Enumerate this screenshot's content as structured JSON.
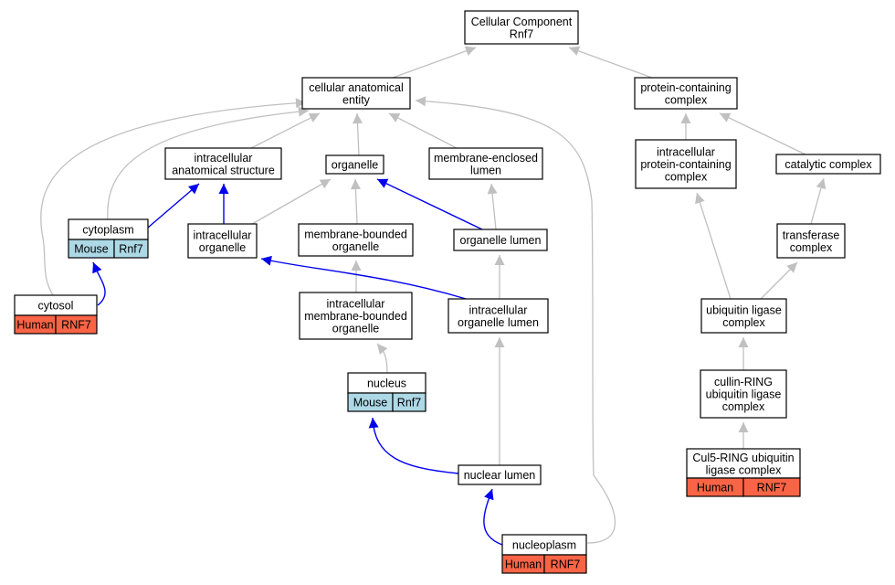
{
  "colors": {
    "gray_edge": "#c0c0c0",
    "blue_edge": "#0000ee",
    "mouse": "#add8e6",
    "human": "#fa6446"
  },
  "nodes": {
    "root": {
      "lines": [
        "Cellular Component",
        "Rnf7"
      ]
    },
    "cae": {
      "lines": [
        "cellular anatomical",
        "entity"
      ]
    },
    "pcc": {
      "lines": [
        "protein-containing",
        "complex"
      ]
    },
    "ias": {
      "lines": [
        "intracellular",
        "anatomical structure"
      ]
    },
    "organelle": {
      "lines": [
        "organelle"
      ]
    },
    "mel": {
      "lines": [
        "membrane-enclosed",
        "lumen"
      ]
    },
    "ipcc": {
      "lines": [
        "intracellular",
        "protein-containing",
        "complex"
      ]
    },
    "catalytic": {
      "lines": [
        "catalytic complex"
      ]
    },
    "cytoplasm": {
      "lines": [
        "cytoplasm"
      ],
      "annotation": [
        "Mouse",
        "Rnf7"
      ],
      "species": "mouse"
    },
    "iorg": {
      "lines": [
        "intracellular",
        "organelle"
      ]
    },
    "mbo": {
      "lines": [
        "membrane-bounded",
        "organelle"
      ]
    },
    "olumen": {
      "lines": [
        "organelle lumen"
      ]
    },
    "transferase": {
      "lines": [
        "transferase",
        "complex"
      ]
    },
    "cytosol": {
      "lines": [
        "cytosol"
      ],
      "annotation": [
        "Human",
        "RNF7"
      ],
      "species": "human"
    },
    "imbo": {
      "lines": [
        "intracellular",
        "membrane-bounded",
        "organelle"
      ]
    },
    "iol": {
      "lines": [
        "intracellular",
        "organelle lumen"
      ]
    },
    "ulc": {
      "lines": [
        "ubiquitin ligase",
        "complex"
      ]
    },
    "nucleus": {
      "lines": [
        "nucleus"
      ],
      "annotation": [
        "Mouse",
        "Rnf7"
      ],
      "species": "mouse"
    },
    "crulc": {
      "lines": [
        "cullin-RING",
        "ubiquitin ligase",
        "complex"
      ]
    },
    "nlumen": {
      "lines": [
        "nuclear lumen"
      ]
    },
    "cul5": {
      "lines": [
        "Cul5-RING ubiquitin",
        "ligase complex"
      ],
      "annotation": [
        "Human",
        "RNF7"
      ],
      "species": "human"
    },
    "nucleoplasm": {
      "lines": [
        "nucleoplasm"
      ],
      "annotation": [
        "Human",
        "RNF7"
      ],
      "species": "human"
    }
  },
  "edges": [
    {
      "from": "cae",
      "to": "root",
      "color": "gray"
    },
    {
      "from": "pcc",
      "to": "root",
      "color": "gray"
    },
    {
      "from": "ias",
      "to": "cae",
      "color": "gray"
    },
    {
      "from": "organelle",
      "to": "cae",
      "color": "gray"
    },
    {
      "from": "mel",
      "to": "cae",
      "color": "gray"
    },
    {
      "from": "cytoplasm",
      "to": "cae",
      "color": "gray"
    },
    {
      "from": "cytosol",
      "to": "cae",
      "color": "gray"
    },
    {
      "from": "nucleoplasm",
      "to": "cae",
      "color": "gray"
    },
    {
      "from": "ipcc",
      "to": "pcc",
      "color": "gray"
    },
    {
      "from": "catalytic",
      "to": "pcc",
      "color": "gray"
    },
    {
      "from": "cytoplasm",
      "to": "ias",
      "color": "blue"
    },
    {
      "from": "iorg",
      "to": "ias",
      "color": "blue"
    },
    {
      "from": "iorg",
      "to": "organelle",
      "color": "gray"
    },
    {
      "from": "mbo",
      "to": "organelle",
      "color": "gray"
    },
    {
      "from": "olumen",
      "to": "organelle",
      "color": "blue"
    },
    {
      "from": "olumen",
      "to": "mel",
      "color": "gray"
    },
    {
      "from": "cytosol",
      "to": "cytoplasm",
      "color": "blue"
    },
    {
      "from": "imbo",
      "to": "mbo",
      "color": "gray"
    },
    {
      "from": "iol",
      "to": "iorg",
      "color": "blue"
    },
    {
      "from": "iol",
      "to": "olumen",
      "color": "gray"
    },
    {
      "from": "nucleus",
      "to": "imbo",
      "color": "gray"
    },
    {
      "from": "nlumen",
      "to": "iol",
      "color": "gray"
    },
    {
      "from": "nlumen",
      "to": "nucleus",
      "color": "blue"
    },
    {
      "from": "nucleoplasm",
      "to": "nlumen",
      "color": "blue"
    },
    {
      "from": "ulc",
      "to": "ipcc",
      "color": "gray"
    },
    {
      "from": "transferase",
      "to": "catalytic",
      "color": "gray"
    },
    {
      "from": "ulc",
      "to": "transferase",
      "color": "gray"
    },
    {
      "from": "crulc",
      "to": "ulc",
      "color": "gray"
    },
    {
      "from": "cul5",
      "to": "crulc",
      "color": "gray"
    }
  ]
}
